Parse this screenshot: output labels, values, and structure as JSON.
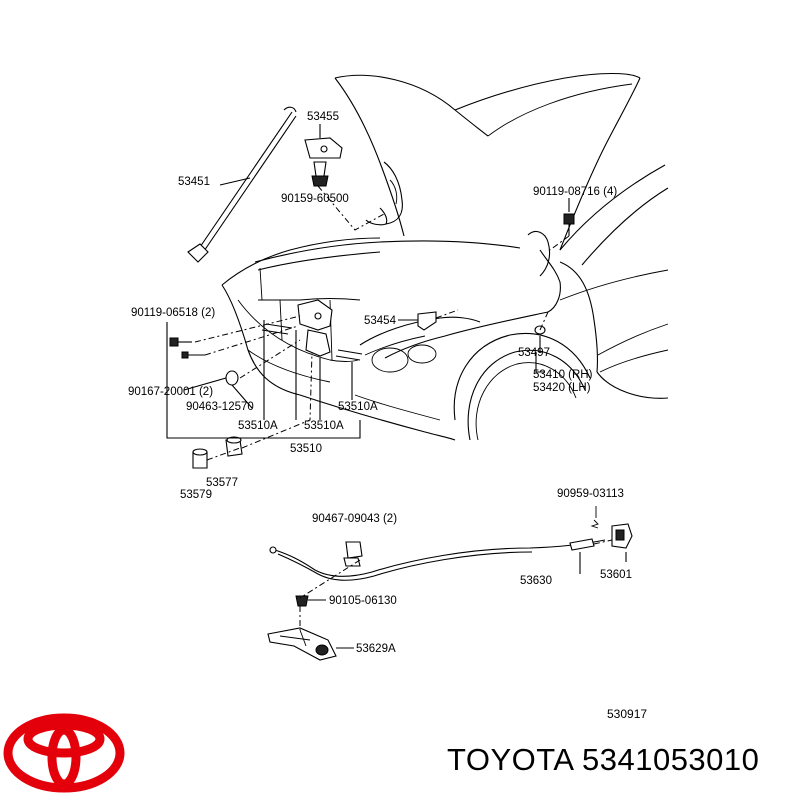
{
  "diagram": {
    "labels": [
      {
        "id": "p53455",
        "text": "53455"
      },
      {
        "id": "p53451",
        "text": "53451"
      },
      {
        "id": "p90159",
        "text": "90159-60500"
      },
      {
        "id": "p90119a",
        "text": "90119-08716 (4)"
      },
      {
        "id": "p90119b",
        "text": "90119-06518 (2)"
      },
      {
        "id": "p53454",
        "text": "53454"
      },
      {
        "id": "p53497",
        "text": "53497"
      },
      {
        "id": "p53410",
        "text": "53410 (RH)"
      },
      {
        "id": "p53420",
        "text": "53420 (LH)"
      },
      {
        "id": "p90167",
        "text": "90167-20001 (2)"
      },
      {
        "id": "p90463",
        "text": "90463-12570"
      },
      {
        "id": "p53510A1",
        "text": "53510A"
      },
      {
        "id": "p53510A2",
        "text": "53510A"
      },
      {
        "id": "p53510A3",
        "text": "53510A"
      },
      {
        "id": "p53510",
        "text": "53510"
      },
      {
        "id": "p53577",
        "text": "53577"
      },
      {
        "id": "p53579",
        "text": "53579"
      },
      {
        "id": "p90959",
        "text": "90959-03113"
      },
      {
        "id": "p90467",
        "text": "90467-09043 (2)"
      },
      {
        "id": "p53630",
        "text": "53630"
      },
      {
        "id": "p53601",
        "text": "53601"
      },
      {
        "id": "p90105",
        "text": "90105-06130"
      },
      {
        "id": "p53629A",
        "text": "53629A"
      }
    ],
    "diagram_code": "530917"
  },
  "footer": {
    "title": "TOYOTA 5341053010",
    "logo_color": "#e3000b"
  }
}
